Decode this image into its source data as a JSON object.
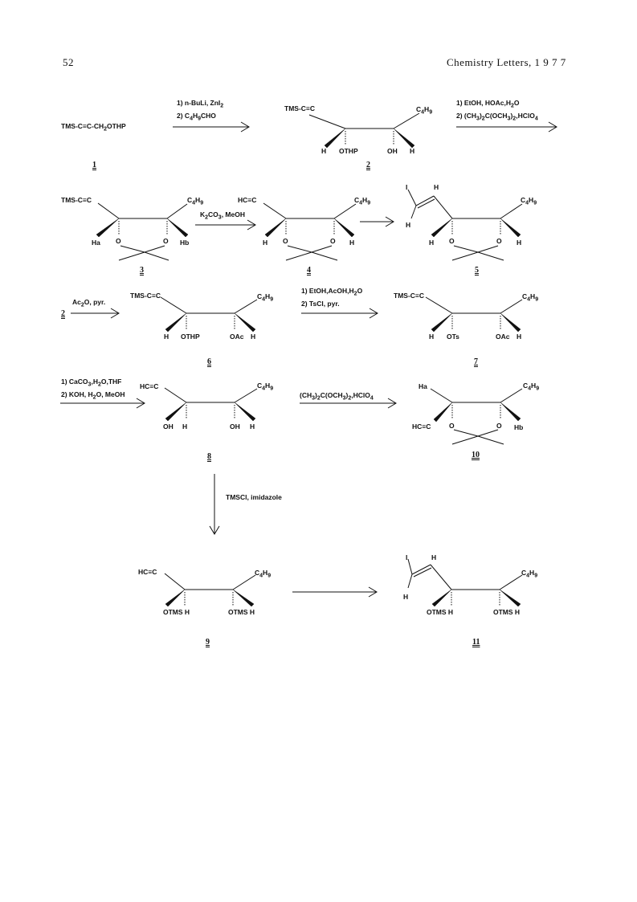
{
  "header": {
    "page_number": "52",
    "journal": "Chemistry  Letters,  1 9 7 7"
  },
  "compounds": {
    "c1": {
      "formula": "TMS-C≡C-CH2OTHP",
      "number": "1"
    },
    "c2": {
      "left_group": "TMS-C≡C",
      "right_group": "C4H9",
      "sub": [
        "H",
        "OTHP",
        "OH",
        "H"
      ],
      "number": "2"
    },
    "c3": {
      "left_group": "TMS-C≡C",
      "right_group": "C4H9",
      "ha": "Ha",
      "hb": "Hb",
      "o1": "O",
      "o2": "O",
      "number": "3"
    },
    "c4": {
      "left_group": "HC≡C",
      "right_group": "C4H9",
      "h1": "H",
      "h2": "H",
      "o1": "O",
      "o2": "O",
      "number": "4"
    },
    "c5": {
      "i": "I",
      "h_top": "H",
      "h_vinyl": "H",
      "right_group": "C4H9",
      "h1": "H",
      "h2": "H",
      "o1": "O",
      "o2": "O",
      "number": "5"
    },
    "c6": {
      "left_group": "TMS-C≡C",
      "right_group": "C4H9",
      "sub": [
        "H",
        "OTHP",
        "OAc",
        "H"
      ],
      "number": "6"
    },
    "c7": {
      "left_group": "TMS-C≡C",
      "right_group": "C4H9",
      "sub": [
        "H",
        "OTs",
        "OAc",
        "H"
      ],
      "number": "7"
    },
    "c8": {
      "left_group": "HC≡C",
      "right_group": "C4H9",
      "sub": [
        "OH",
        "H",
        "OH",
        "H"
      ],
      "number": "8"
    },
    "c10": {
      "ha": "Ha",
      "right_group": "C4H9",
      "left_bottom": "HC≡C",
      "o1": "O",
      "o2": "O",
      "hb": "Hb",
      "number": "10"
    },
    "c9": {
      "left_group": "HC≡C",
      "right_group": "C4H9",
      "sub": [
        "OTMS H",
        "OTMS H"
      ],
      "number": "9"
    },
    "c11": {
      "i": "I",
      "h_top": "H",
      "h_vinyl": "H",
      "right_group": "C4H9",
      "sub": [
        "OTMS H",
        "OTMS H"
      ],
      "number": "11"
    }
  },
  "reagents": {
    "r1": {
      "line1": "1) n-BuLi, ZnI2",
      "line2": "2) C4H9CHO"
    },
    "r2": {
      "line1": "1) EtOH, HOAc,H2O",
      "line2": "2) (CH3)2C(OCH3)2,HClO4"
    },
    "r3": {
      "line1": "K2CO3, MeOH"
    },
    "r4": {
      "line1": "Ac2O, pyr.",
      "start": "2"
    },
    "r5": {
      "line1": "1) EtOH,AcOH,H2O",
      "line2": "2) TsCl, pyr."
    },
    "r6": {
      "line1": "1) CaCO3,H2O,THF",
      "line2": "2) KOH, H2O, MeOH"
    },
    "r7": {
      "line1": "(CH3)2C(OCH3)2,HClO4"
    },
    "r8": {
      "line1": "TMSCl, imidazole"
    }
  }
}
